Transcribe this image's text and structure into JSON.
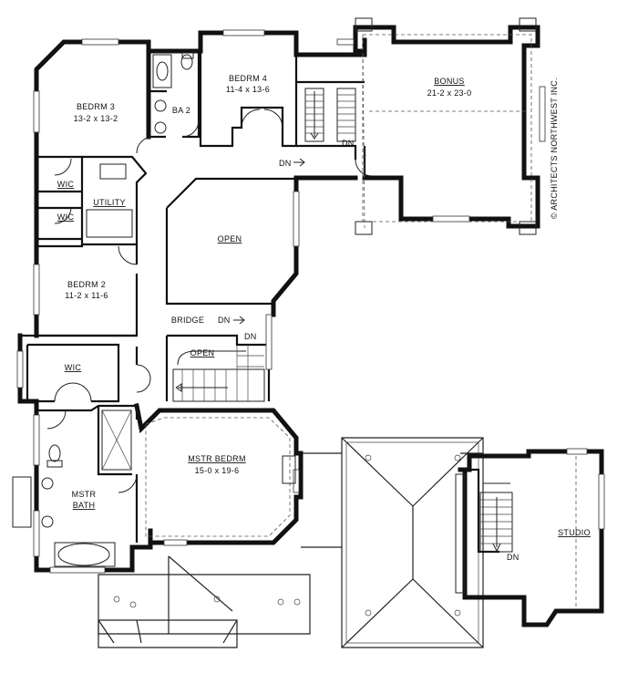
{
  "rooms": {
    "bedrm3": {
      "name": "BEDRM 3",
      "dims": "13-2 x 13-2"
    },
    "ba2": {
      "name": "BA 2"
    },
    "bedrm4": {
      "name": "BEDRM 4",
      "dims": "11-4 x 13-6"
    },
    "bonus": {
      "name": "BONUS",
      "dims": "21-2 x 23-0"
    },
    "wic_upper": {
      "name": "WIC"
    },
    "wic_lower": {
      "name": "WIC"
    },
    "utility": {
      "name": "UTILITY"
    },
    "open_upper": {
      "name": "OPEN"
    },
    "bedrm2": {
      "name": "BEDRM 2",
      "dims": "11-2 x 11-6"
    },
    "bridge": {
      "name": "BRIDGE"
    },
    "open_lower": {
      "name": "OPEN"
    },
    "wic_master": {
      "name": "WIC"
    },
    "mstr_bedrm": {
      "name": "MSTR BEDRM",
      "dims": "15-0 x 19-6"
    },
    "mstr_bath": {
      "name": "MSTR",
      "name2": "BATH"
    },
    "studio": {
      "name": "STUDIO"
    }
  },
  "stairs": {
    "dn_upper_left": "DN",
    "dn_upper_right": "DN",
    "dn_hall": "DN",
    "dn_bridge": "DN",
    "dn_lower": "DN",
    "dn_studio": "DN"
  },
  "copyright": "© ARCHITECTS NORTHWEST INC."
}
